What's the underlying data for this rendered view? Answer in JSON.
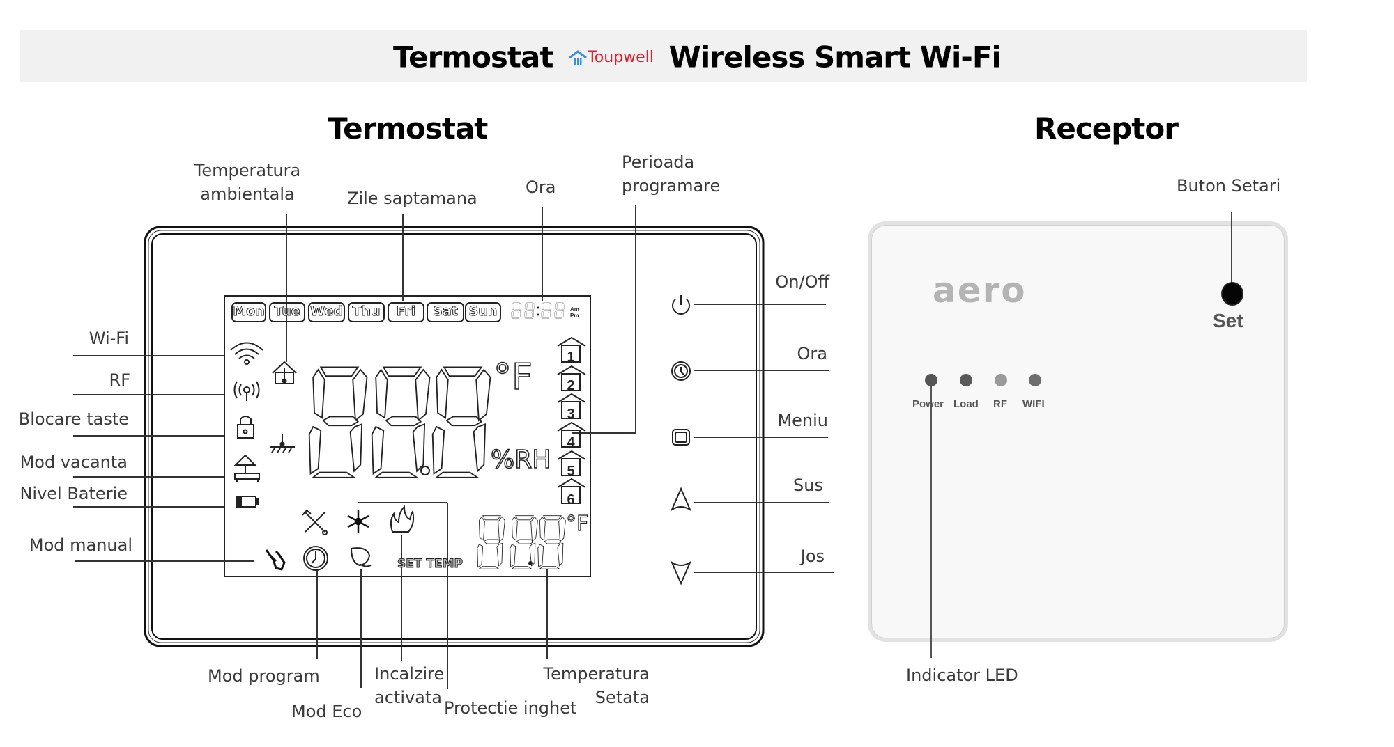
{
  "header": {
    "title_left": "Termostat",
    "brand": "Toupwell",
    "title_right": "Wireless Smart Wi-Fi",
    "brand_color": "#e8192c",
    "brand_icon_color": "#3a8fd8"
  },
  "thermostat": {
    "title": "Termostat",
    "top_labels": {
      "ambient_temp": [
        "Temperatura",
        "ambientala"
      ],
      "weekdays": "Zile saptamana",
      "clock": "Ora",
      "program_period": [
        "Perioada",
        "programare"
      ]
    },
    "left_labels": {
      "wifi": "Wi-Fi",
      "rf": "RF",
      "key_lock": "Blocare taste",
      "vacation": "Mod vacanta",
      "battery": "Nivel Baterie",
      "manual": "Mod manual"
    },
    "bottom_labels": {
      "program_mode": "Mod program",
      "eco_mode": "Mod Eco",
      "heating": [
        "Incalzire",
        "activata"
      ],
      "frost": "Protectie inghet",
      "set_temp": [
        "Temperatura",
        "Setata"
      ]
    },
    "buttons": [
      {
        "label": "On/Off",
        "icon": "power-icon"
      },
      {
        "label": "Ora",
        "icon": "clock-icon"
      },
      {
        "label": "Meniu",
        "icon": "square-icon"
      },
      {
        "label": "Sus",
        "icon": "up-triangle-icon"
      },
      {
        "label": "Jos",
        "icon": "down-triangle-icon"
      }
    ],
    "lcd": {
      "days": [
        "Mon",
        "Tue",
        "Wed",
        "Thu",
        "Fri",
        "Sat",
        "Sun"
      ],
      "clock": "88:88",
      "am": "Am",
      "pm": "Pm",
      "main_digits": "88.8",
      "main_unit": "°F",
      "humidity_unit": "%RH",
      "periods": [
        "1",
        "2",
        "3",
        "4",
        "5",
        "6"
      ],
      "set_temp_label": "SET TEMP",
      "set_digits": "88.8",
      "set_unit": "°F"
    }
  },
  "receptor": {
    "title": "Receptor",
    "brand": "aero",
    "set_button_label": "Set",
    "set_button_callout": "Buton Setari",
    "leds": [
      {
        "label": "Power",
        "color": "#555555"
      },
      {
        "label": "Load",
        "color": "#5a5a5a"
      },
      {
        "label": "RF",
        "color": "#9a9a9a"
      },
      {
        "label": "WIFI",
        "color": "#6e6e6e"
      }
    ],
    "led_callout": "Indicator LED"
  }
}
